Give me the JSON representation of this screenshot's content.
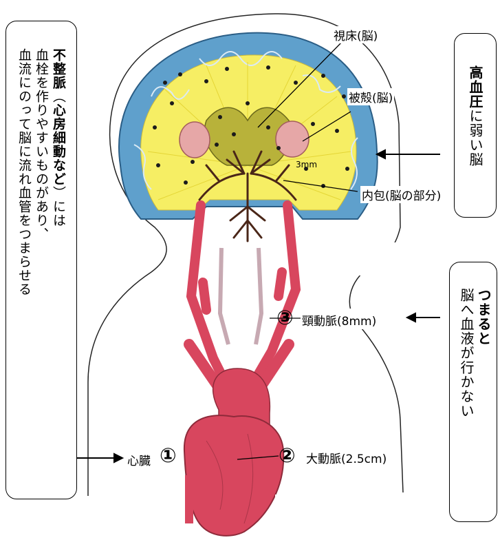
{
  "left_box": {
    "line1_bold": "不整脈",
    "line1_paren_open": "（",
    "line1_paren_bold": "心房細動など",
    "line1_paren_close": "）には",
    "line2": "血栓を作りやすいものがあり、",
    "line3": "血流にのって脳に流れ血管をつまらせる"
  },
  "right_top_box": {
    "bold_1": "高",
    "bold_2": "血",
    "bold_3": "圧",
    "rest": "に弱い脳"
  },
  "right_bottom_box": {
    "bold": "つまると",
    "rest": "脳へ血液が行かない"
  },
  "labels": {
    "thalamus": "視床(脳)",
    "putamen": "被殻(脳)",
    "internal_capsule": "内包(脳の部分)",
    "carotid": "頸動脈(8mm)",
    "aorta": "大動脈(2.5cm)",
    "heart": "心臓",
    "scale_note": "3mm"
  },
  "numbers": {
    "heart": "①",
    "aorta": "②",
    "carotid": "③"
  },
  "colors": {
    "cortex_blue": "#5fa0cc",
    "white_matter_yellow": "#f6ee64",
    "artery_red": "#d8465e",
    "vessel_dark": "#4a2618",
    "lesion_pink": "#e6a7a7"
  }
}
